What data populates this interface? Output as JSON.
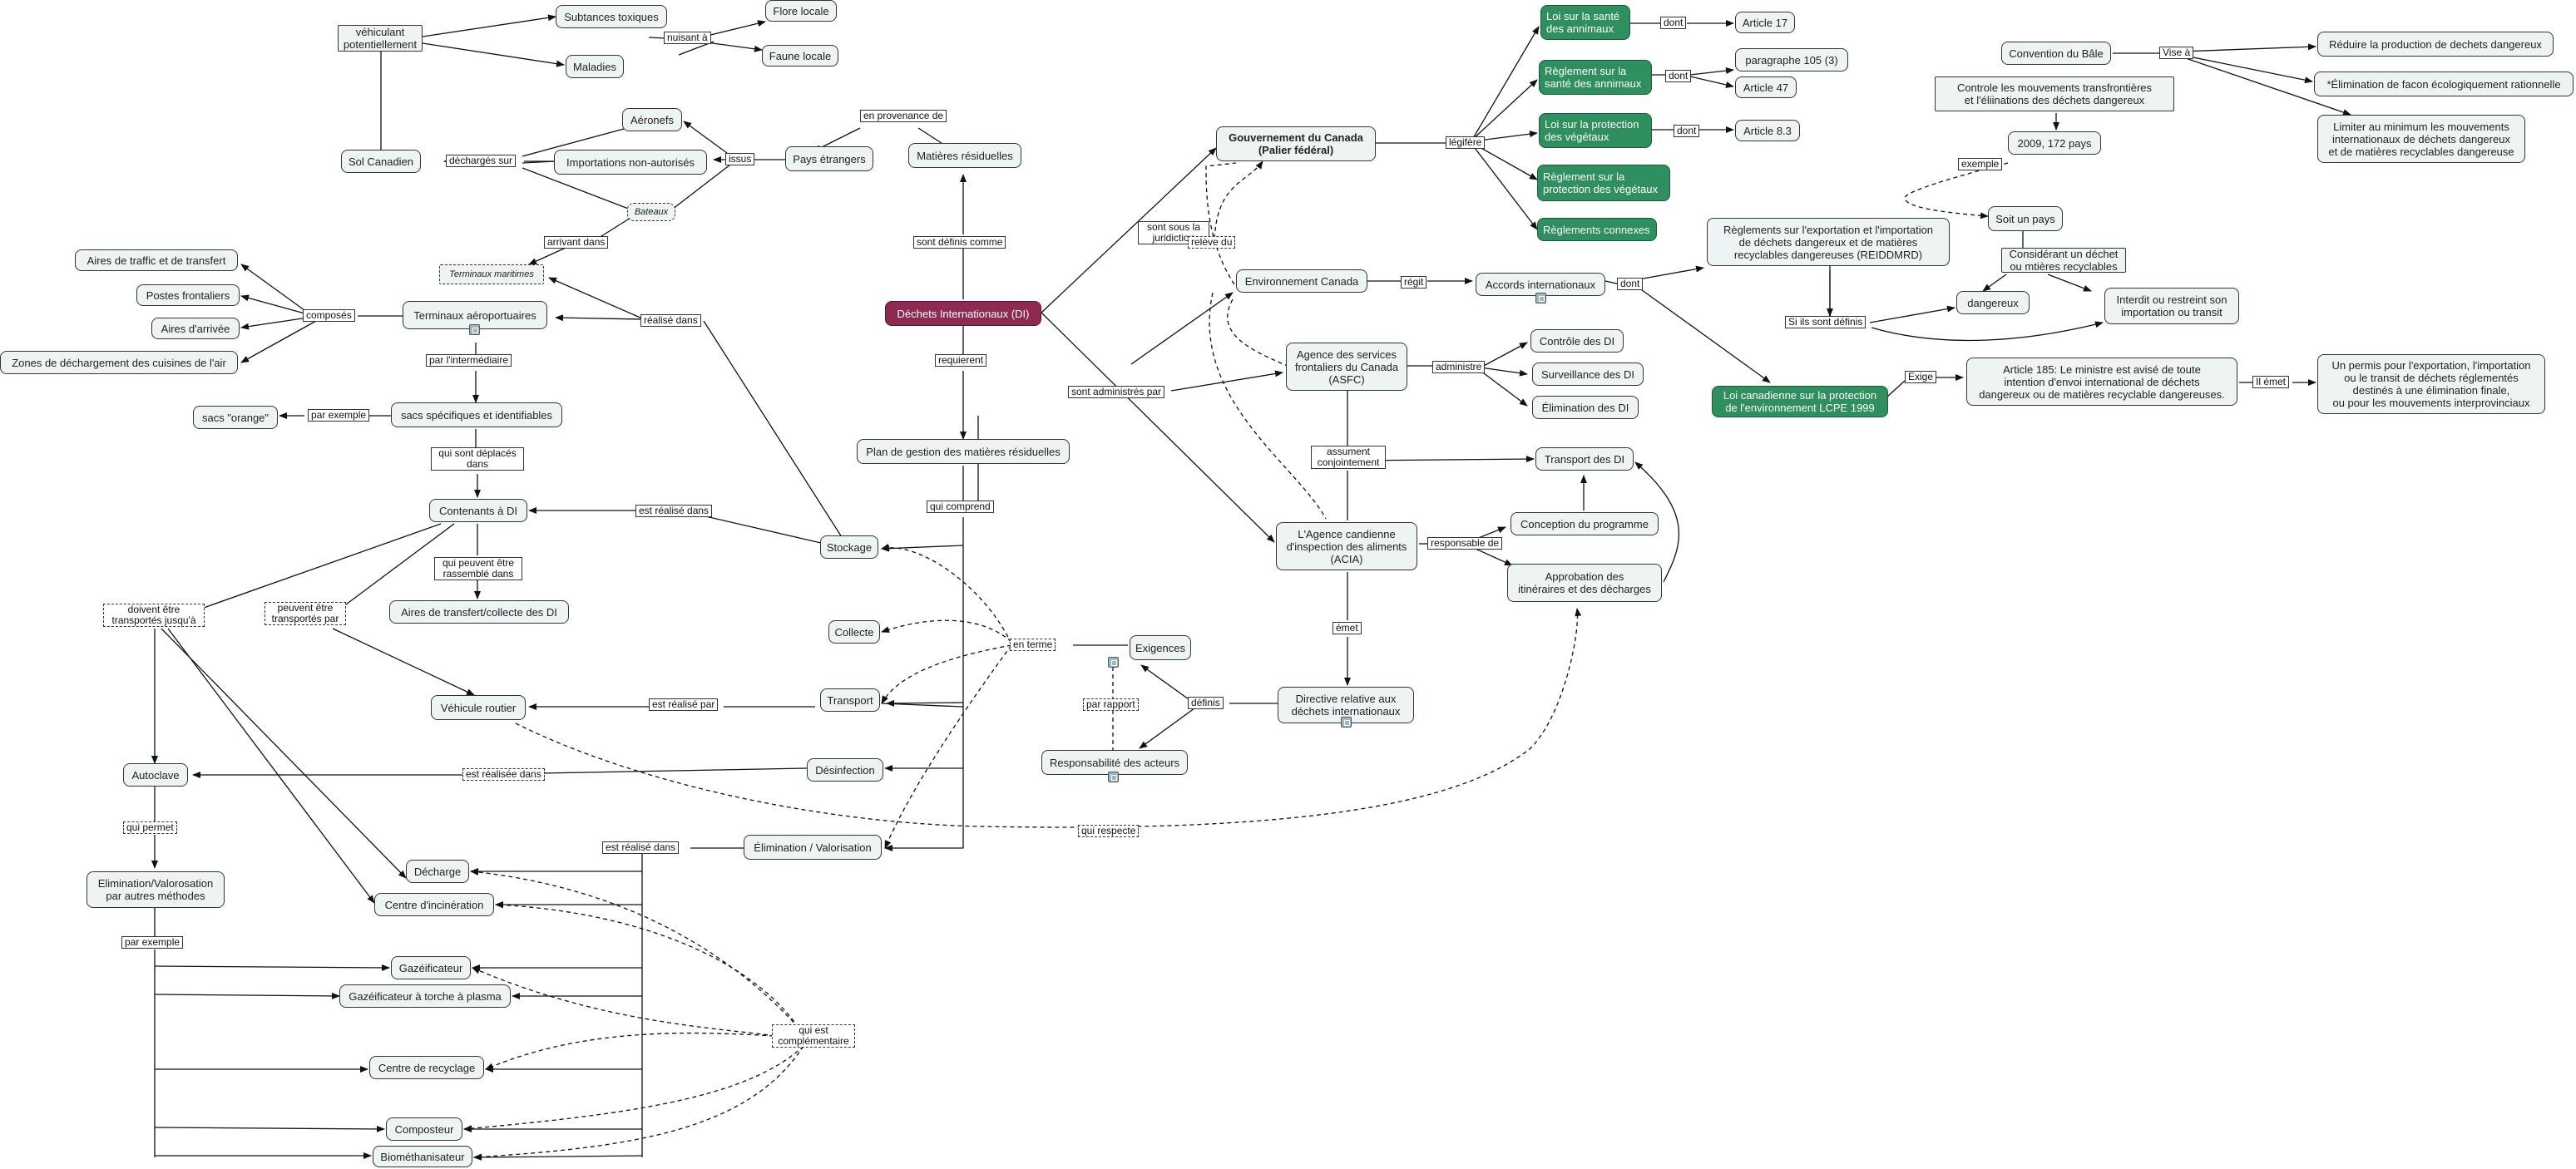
{
  "nodes": {
    "vehiculant": "véhiculant\npotentiellement",
    "subst_tox": "Subtances toxiques",
    "maladies": "Maladies",
    "flore": "Flore locale",
    "faune": "Faune locale",
    "aeronefs": "Aéronefs",
    "sol_canadien": "Sol Canadien",
    "importations": "Importations non-autorisés",
    "pays_etrangers": "Pays étrangers",
    "matieres_res": "Matières résiduelles",
    "bateaux": "Bateaux",
    "terminaux_marit": "Terminaux maritimes",
    "aires_traffic": "Aires de traffic et de transfert",
    "postes_front": "Postes frontaliers",
    "aires_arrivee": "Aires d'arrivée",
    "zones_dech": "Zones de déchargement des cuisines de l'air",
    "terminaux_aero": "Terminaux aéroportuaires",
    "sacs_orange": "sacs \"orange\"",
    "sacs_spec": "sacs spécifiques et identifiables",
    "contenants": "Contenants à DI",
    "aires_collecte": "Aires de transfert/collecte des DI",
    "vehicule": "Véhicule routier",
    "autoclave": "Autoclave",
    "elim_autres": "Elimination/Valorosation\npar autres méthodes",
    "decharge": "Décharge",
    "centre_incin": "Centre d'incinération",
    "gazeificateur": "Gazéificateur",
    "gaz_plasma": "Gazéificateur à torche à plasma",
    "centre_recyc": "Centre de recyclage",
    "composteur": "Composteur",
    "biometh": "Biométhanisateur",
    "di": "Déchets Internationaux (DI)",
    "plan_gestion": "Plan de gestion des matières résiduelles",
    "stockage": "Stockage",
    "collecte": "Collecte",
    "transport_node": "Transport",
    "desinfection": "Désinfection",
    "elim_valo": "Élimination / Valorisation",
    "exigences": "Exigences",
    "resp_acteurs": "Responsabilité des acteurs",
    "directive": "Directive relative aux\ndéchets internationaux",
    "acia": "L'Agence candienne\nd'inspection des aliments\n(ACIA)",
    "conception": "Conception du programme",
    "approbation": "Approbation des\nitinéraires et des décharges",
    "transport_di": "Transport des DI",
    "asfc": "Agence des services\nfrontaliers du Canada\n(ASFC)",
    "controle": "Contrôle des DI",
    "surveillance": "Surveillance des DI",
    "elimination_di": "Élimination des DI",
    "env_canada": "Environnement Canada",
    "accords": "Accords internationaux",
    "gouv": "Gouvernement du Canada\n(Palier fédéral)",
    "loi_sante": "Loi sur la santé\ndes annimaux",
    "reg_sante": "Règlement sur la\nsanté des annimaux",
    "loi_vege": "Loi sur la protection\ndes végétaux",
    "reg_vege": "Règlement sur la\nprotection des végétaux",
    "reg_connexes": "Règlements connexes",
    "art17": "Article 17",
    "para105": "paragraphe 105 (3)",
    "art47": "Article 47",
    "art83": "Article 8.3",
    "bale": "Convention du Bâle",
    "controle_mvt": "Controle les mouvements transfrontières\net l'éliinations des déchets dangereux",
    "pays172": "2009, 172 pays",
    "reduire": "Réduire la production de dechets dangereux",
    "elim_eco": "*Élimination de facon écologiquement rationnelle",
    "limiter": "Limiter au minimum les mouvements\ninternationaux de déchets dangereux\net de matières recyclables dangereuse",
    "soit_pays": "Soit un pays",
    "reiddmrd": "Règlements sur l'exportation et l'importation\nde déchets dangereux et de matières\nrecyclables dangereuses (REIDDMRD)",
    "considerant": "Considérant un  déchet\nou mtières recyclables",
    "dangereux": "dangereux",
    "interdit": "Interdit ou restreint son\nimportation ou transit",
    "lcpe": "Loi canadienne sur la protection\nde l'environnement LCPE 1999",
    "article185": "Article 185: Le ministre est avisé de toute\nintention d'envoi international de déchets\ndangereux ou de matières recyclable dangereuses.",
    "permis": "Un permis pour l'exportation, l'importation\nou le transit de déchets réglementés\ndestinés à une élimination finale,\nou pour les mouvements interprovinciaux"
  },
  "links": {
    "nuisant": "nuisant à",
    "en_provenance": "en provenance de",
    "decharges_sur": "déchargés sur",
    "issus": "issus",
    "arrivant": "arrivant dans",
    "composes": "composés",
    "realise_dans": "réalisé dans",
    "par_interm": "par l'intermédiaire",
    "par_exemple1": "par exemple",
    "deplaces": "qui sont déplacés\ndans",
    "est_realise_dans1": "est réalisé dans",
    "rassemble": "qui peuvent être\nrassemblé dans",
    "transportes_jusqu": "doivent être\ntransportés jusqu'à",
    "transportes_par": "peuvent être\ntransportés par",
    "realise_par": "est réalisé par",
    "realisee_dans": "est réalisée dans",
    "permet": "qui permet",
    "par_exemple2": "par exemple",
    "est_realise_dans2": "est réalisé dans",
    "complementaire": "qui est\ncomplémentaire",
    "definis_comme": "sont définis comme",
    "requierent": "requierent",
    "qui_comprend": "qui comprend",
    "en_terme": "en terme",
    "par_rapport": "par rapport",
    "definis": "définis",
    "respecte": "qui respecte",
    "emet": "émet",
    "responsable": "responsable de",
    "conjointement": "assument\nconjointement",
    "administre": "administre",
    "sous_juridiction": "sont sous la\njuridiction",
    "administres_par": "sont administrés par",
    "releve_du": "relève du",
    "regit": "régit",
    "dont_accords": "dont",
    "legifere": "légifère",
    "dont1": "dont",
    "dont2": "dont",
    "dont3": "dont",
    "vise_a": "Vise à",
    "exemple": "exemple",
    "si_definis": "Si ils sont définis",
    "exige": "Exige",
    "il_emet": "Il émet"
  }
}
